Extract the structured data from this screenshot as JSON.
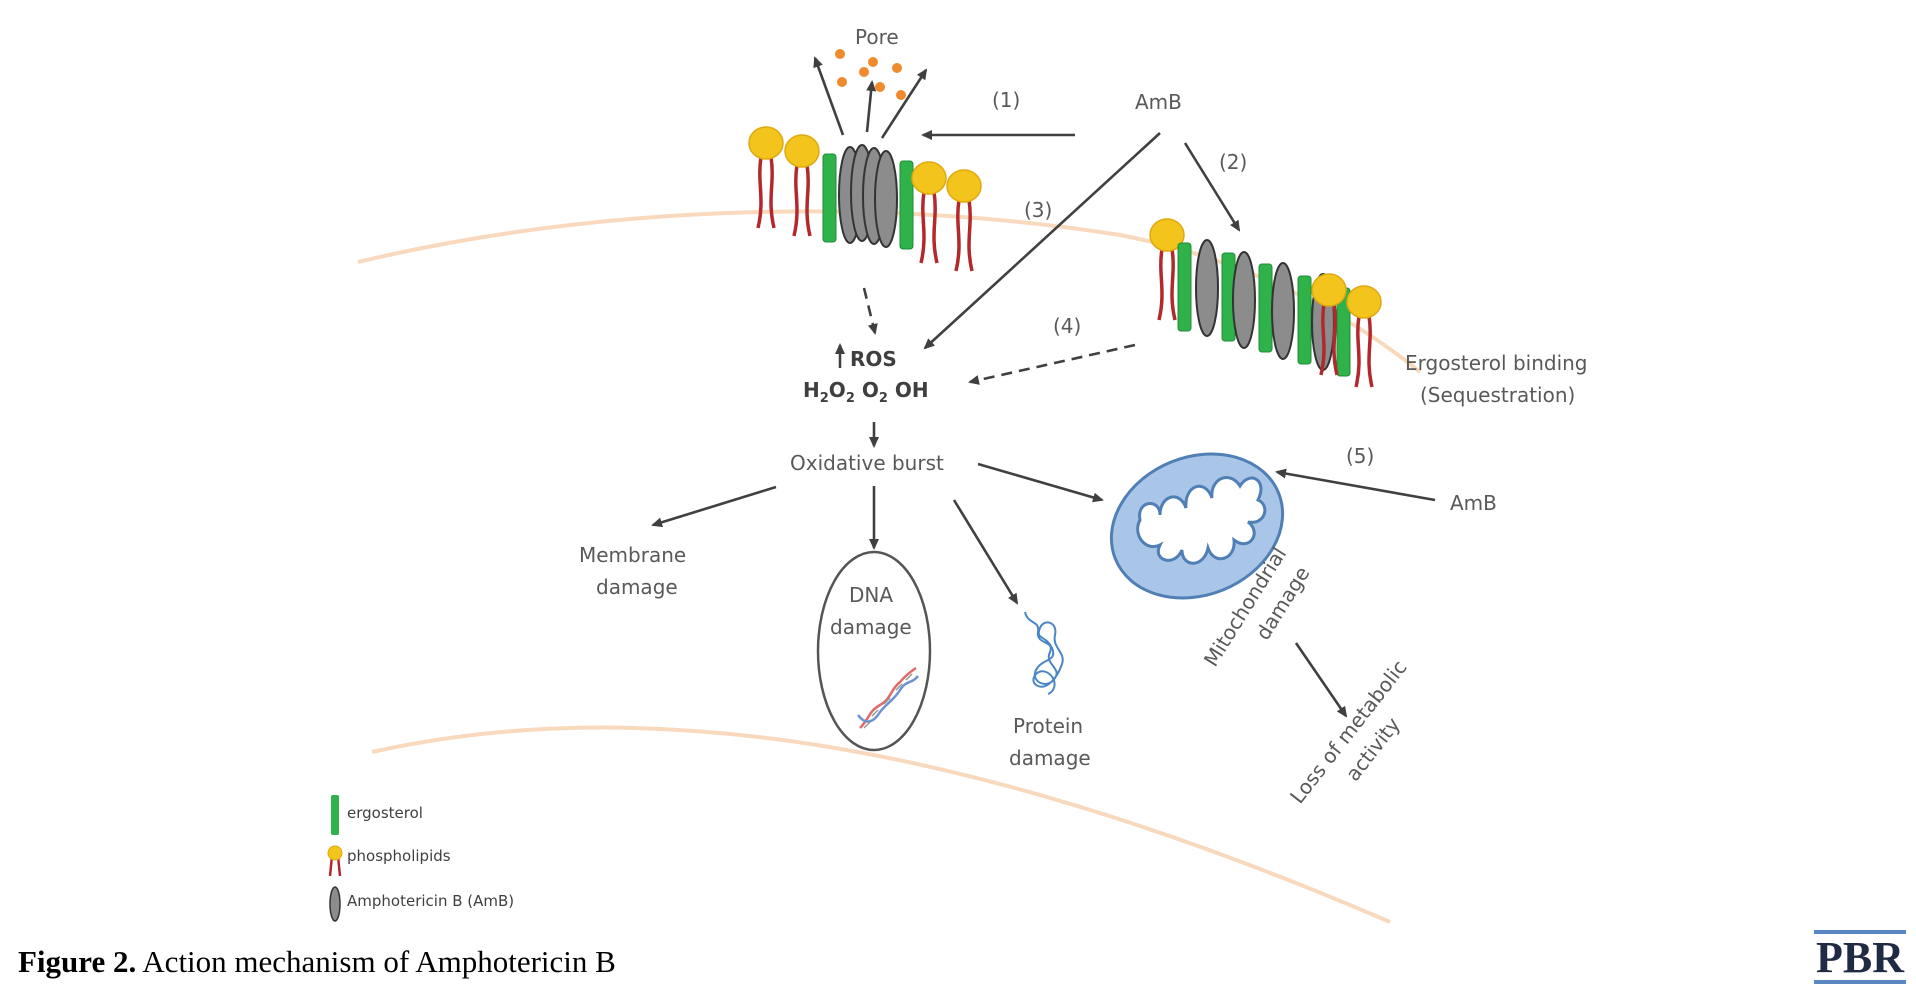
{
  "figure": {
    "caption_bold": "Figure 2.",
    "caption_text": "Action mechanism of Amphotericin B",
    "logo": "PBR"
  },
  "labels": {
    "pore": "Pore",
    "amb_top": "AmB",
    "step1": "(1)",
    "step2": "(2)",
    "step3": "(3)",
    "step4": "(4)",
    "step5": "(5)",
    "ros": "ROS",
    "h2o2": "H2O2",
    "o2": "O2",
    "oh": "OH",
    "oxidative_burst": "Oxidative burst",
    "membrane_damage_1": "Membrane",
    "membrane_damage_2": "damage",
    "dna_damage_1": "DNA",
    "dna_damage_2": "damage",
    "protein_damage_1": "Protein",
    "protein_damage_2": "damage",
    "mito_damage_1": "Mitochondrial",
    "mito_damage_2": "damage",
    "loss_1": "Loss of metabolic",
    "loss_2": "activity",
    "ergosterol_binding_1": "Ergosterol binding",
    "ergosterol_binding_2": "(Sequestration)",
    "amb_right": "AmB"
  },
  "legend": [
    {
      "key": "ergosterol",
      "label": "ergosterol",
      "icon": "green-bar"
    },
    {
      "key": "phospholipids",
      "label": "phospholipids",
      "icon": "yellow-head-red-tails"
    },
    {
      "key": "amb",
      "label": "Amphotericin B (AmB)",
      "icon": "grey-ellipse"
    }
  ],
  "colors": {
    "ergosterol": "#2fb24a",
    "phospholipid_head": "#f3c51c",
    "phospholipid_tail": "#b3282d",
    "amb": "#8c8c8c",
    "membrane_line": "#f9d9bd",
    "mitochondrion": "#a9c6e8",
    "pore_dots": "#f08a2c",
    "arrow": "#404040"
  }
}
